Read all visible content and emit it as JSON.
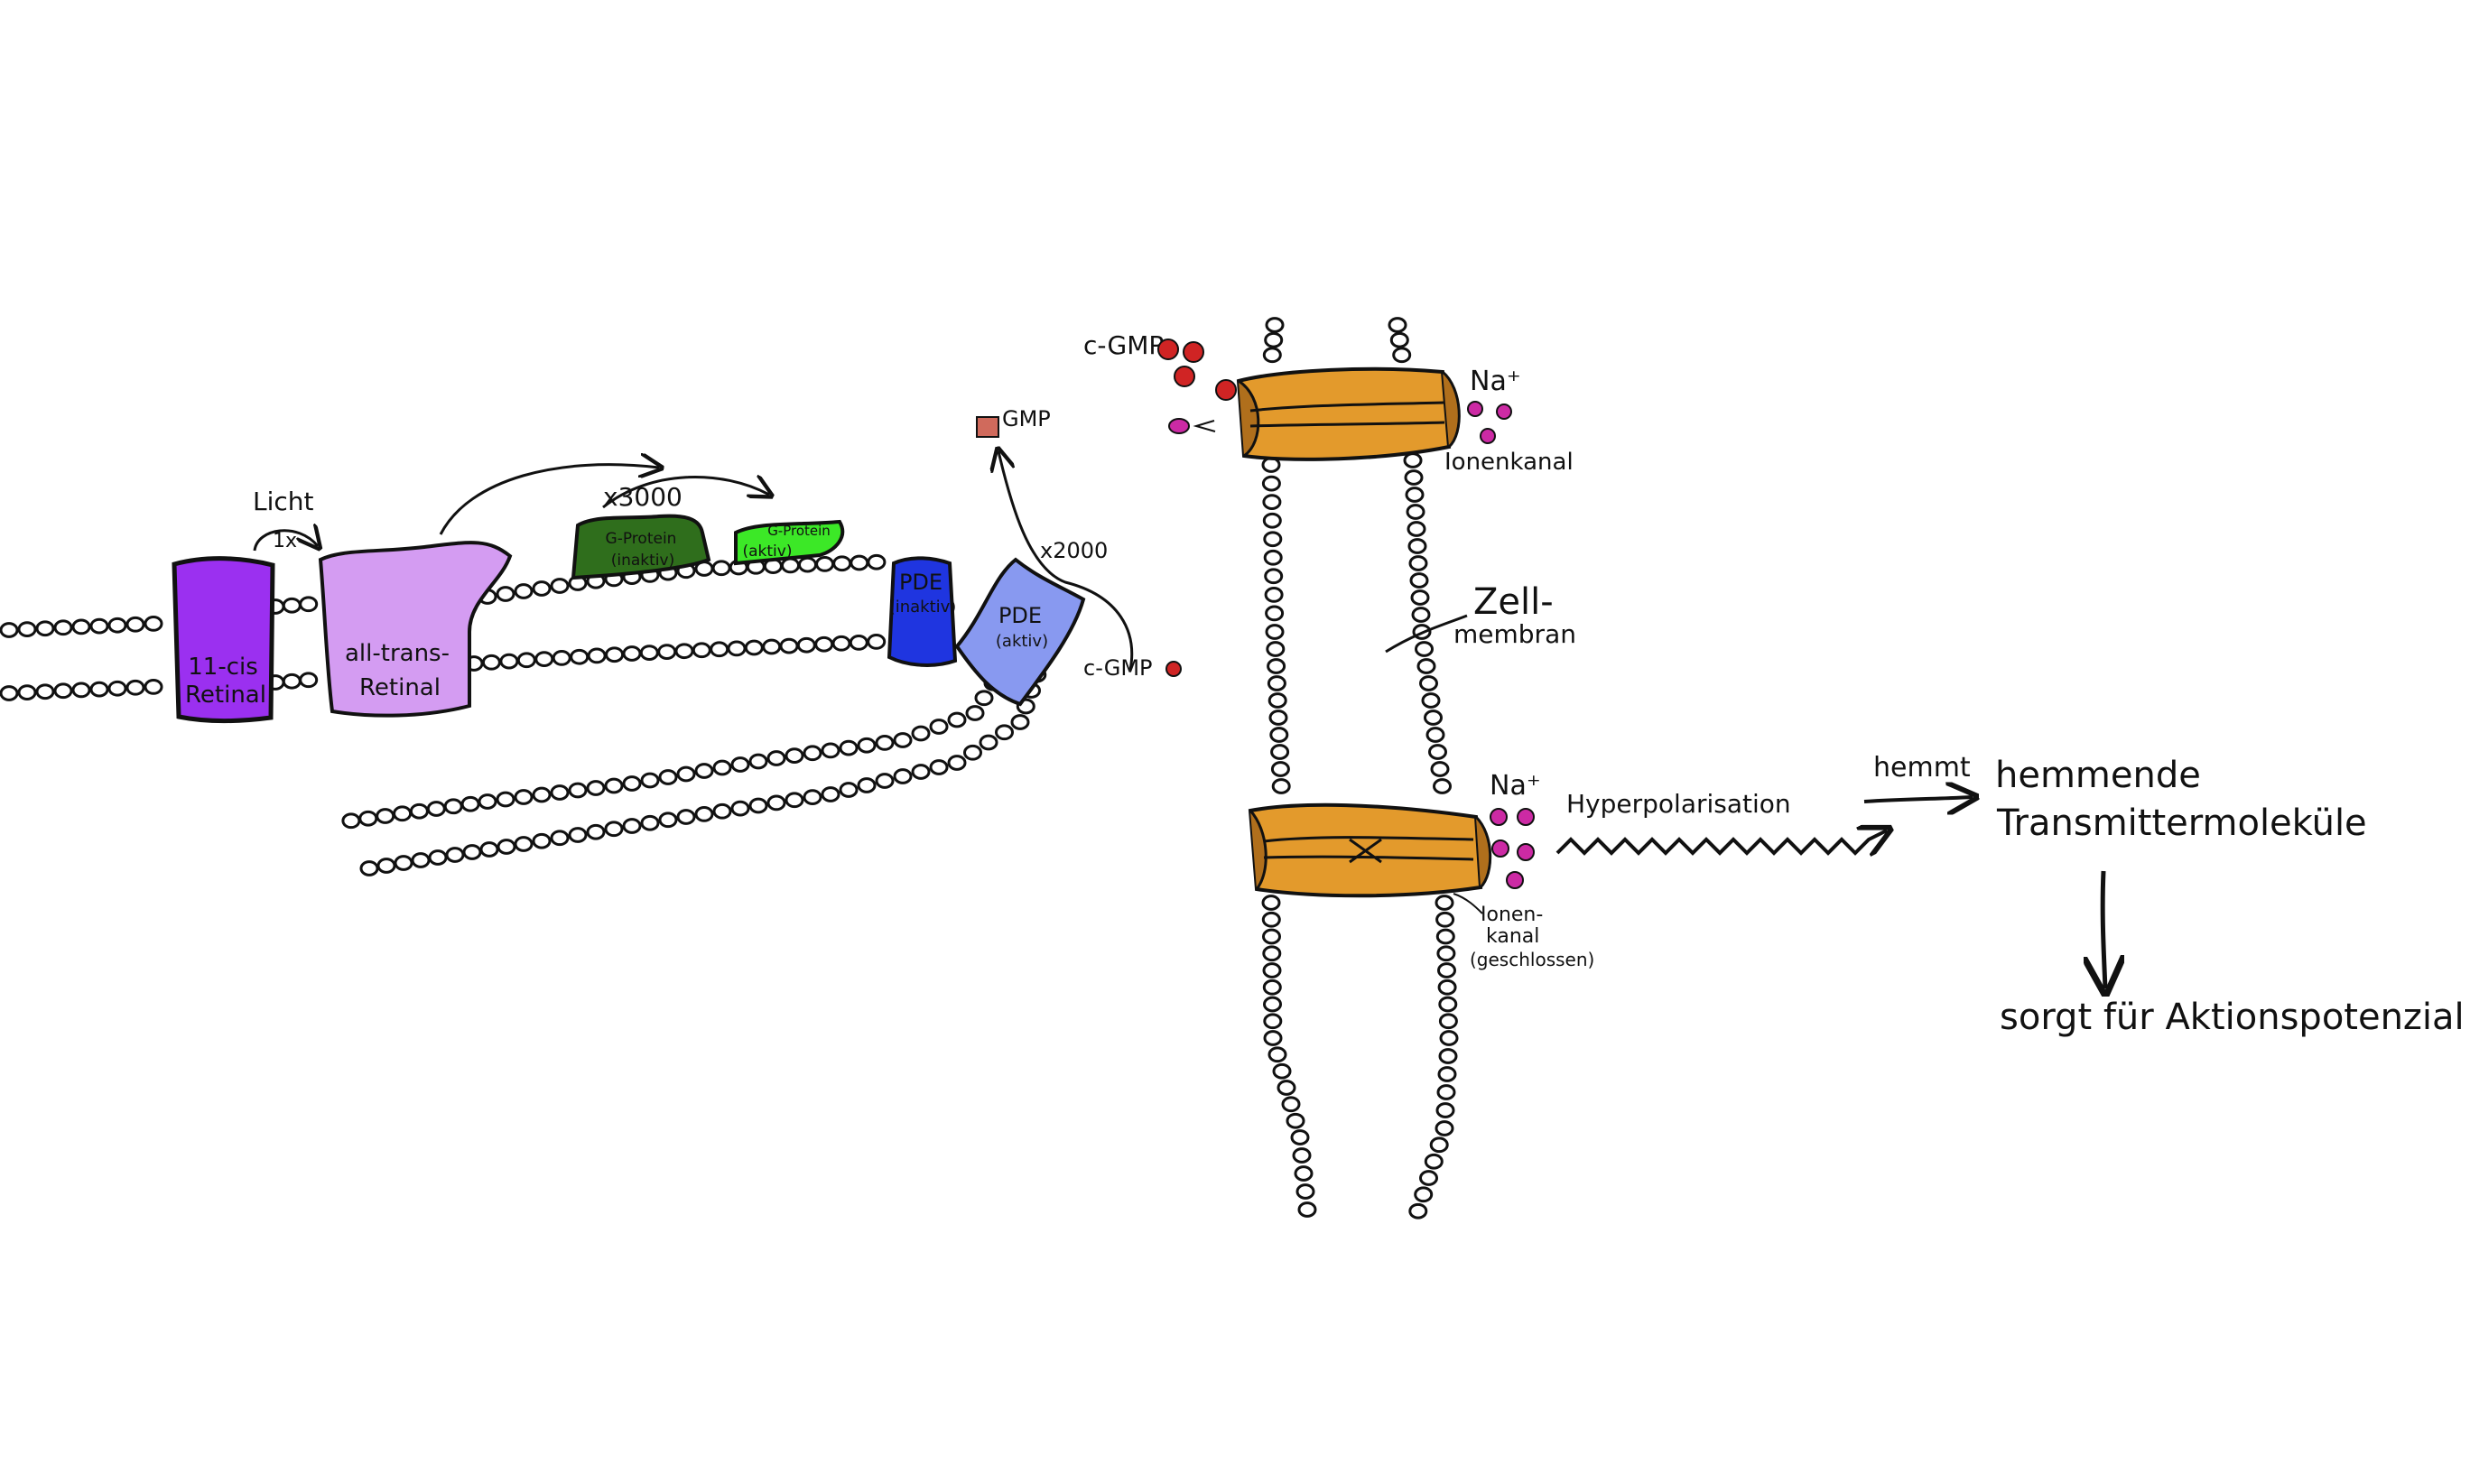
{
  "colors": {
    "ink": "#111111",
    "retinal_11cis": "#9b30f0",
    "retinal_alltrans": "#d49cf2",
    "g_protein_inactive": "#2f6e1c",
    "g_protein_active": "#3ce827",
    "pde_inactive": "#1f35e0",
    "pde_active": "#8899f0",
    "channel": "#e39a2c",
    "channel_dark": "#b06f1c",
    "cgmp": "#d02424",
    "gmp": "#d06a5c",
    "sodium": "#cc2aa4"
  },
  "labels": {
    "licht": "Licht",
    "times_1": "1x",
    "times_3000": "x3000",
    "times_2000": "x2000",
    "retinal_11cis": [
      "11-cis",
      "Retinal"
    ],
    "retinal_alltrans": [
      "all-trans-",
      "Retinal"
    ],
    "g_protein_inactive": [
      "G-Protein",
      "(inaktiv)"
    ],
    "g_protein_active": [
      "G-Protein",
      "(aktiv)"
    ],
    "pde_inactive": [
      "PDE",
      "(inaktiv)"
    ],
    "pde_active": [
      "PDE",
      "(aktiv)"
    ],
    "gmp": "GMP",
    "cgmp_top": "c-GMP",
    "cgmp_bottom": "c-GMP",
    "na_top": "Na⁺",
    "na_bottom": "Na⁺",
    "ionenkanal_top": "Ionenkanal",
    "ionenkanal_bottom": [
      "Ionen-",
      "kanal",
      "(geschlossen)"
    ],
    "zellmembran": [
      "Zell-",
      "membran"
    ],
    "hyperpolarisation": "Hyperpolarisation",
    "hemmt": "hemmt",
    "transmitter": [
      "hemmende",
      "Transmittermoleküle"
    ],
    "aktionspotenzial": "sorgt für Aktionspotenzial"
  }
}
